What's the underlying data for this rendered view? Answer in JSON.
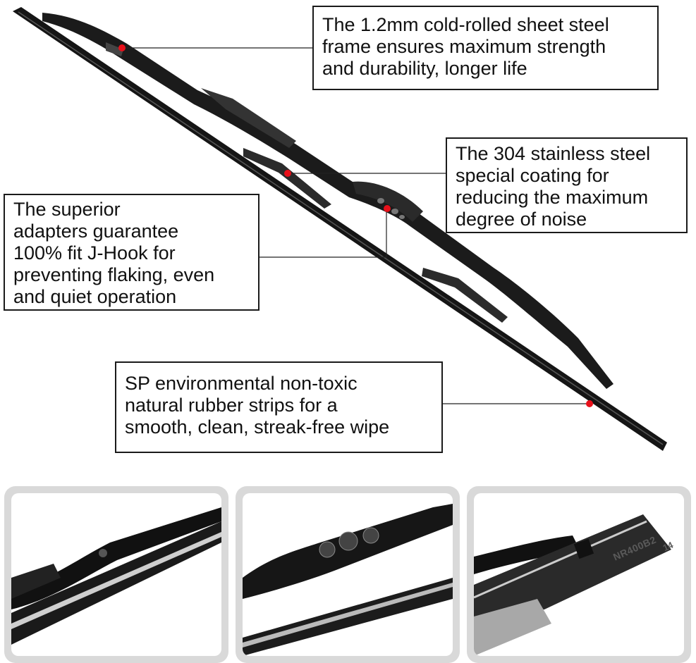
{
  "callouts": [
    {
      "lines": [
        "The 1.2mm cold-rolled sheet steel",
        "frame ensures maximum strength",
        "and durability, longer life"
      ]
    },
    {
      "lines": [
        "The 304 stainless steel",
        "special coating for",
        "reducing the maximum",
        "degree of noise"
      ]
    },
    {
      "lines": [
        "The superior",
        "adapters guarantee",
        "100% fit J-Hook for",
        "preventing flaking, even",
        "and quiet operation"
      ]
    },
    {
      "lines": [
        "SP environmental non-toxic",
        "natural rubber strips for a",
        "smooth, clean, streak-free wipe"
      ]
    }
  ],
  "thumbnails": {
    "third": {
      "part_code": "NR400B2",
      "size_code": "14"
    }
  },
  "colors": {
    "dot": "#e8101a",
    "frame": "#111111",
    "thumb_border": "#d9d9d9"
  }
}
